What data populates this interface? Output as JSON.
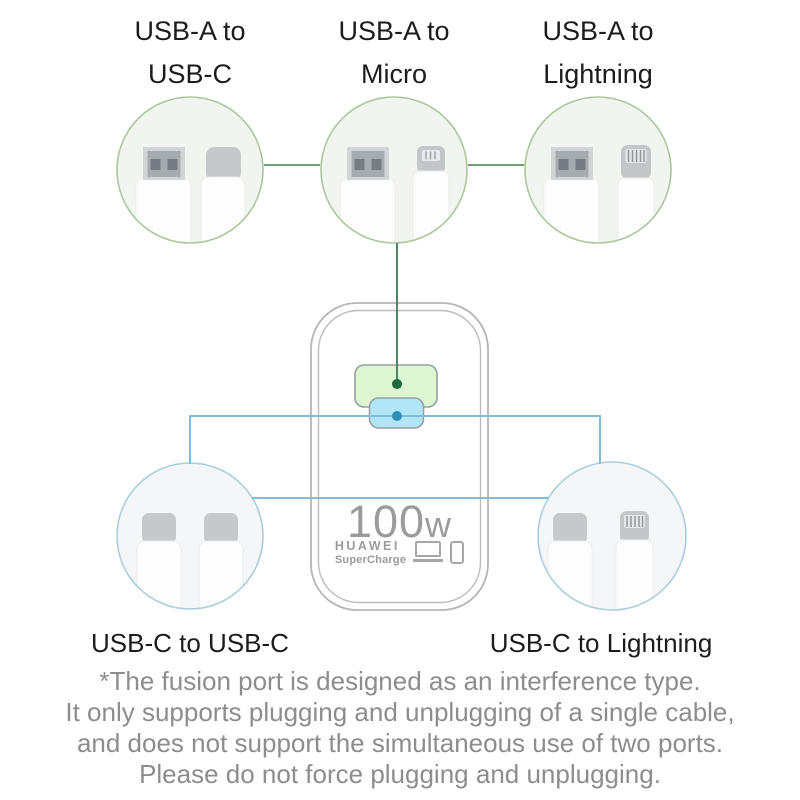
{
  "cables": {
    "top": [
      {
        "label_line1": "USB-A to",
        "label_line2": "USB-C",
        "icon": "usb-a-and-usb-c-connectors-icon"
      },
      {
        "label_line1": "USB-A to",
        "label_line2": "Micro",
        "icon": "usb-a-and-micro-usb-connectors-icon"
      },
      {
        "label_line1": "USB-A to",
        "label_line2": "Lightning",
        "icon": "usb-a-and-lightning-connectors-icon"
      }
    ],
    "bottom": [
      {
        "label": "USB-C to USB-C",
        "icon": "usb-c-and-usb-c-connectors-icon"
      },
      {
        "label": "USB-C to Lightning",
        "icon": "usb-c-and-lightning-connectors-icon"
      }
    ]
  },
  "device": {
    "wattage_number": "100",
    "wattage_unit": "w",
    "brand": "HUAWEI",
    "charge_label": "SuperCharge",
    "ports": [
      {
        "name": "fusion-usb-a-port",
        "color": "#def5d2"
      },
      {
        "name": "usb-c-port",
        "color": "#b2e5f6"
      }
    ]
  },
  "footnote": {
    "line1": "*The fusion port is designed as an interference type.",
    "line2": "It only supports plugging and unplugging of a single cable,",
    "line3": "and does not support the simultaneous use of two ports.",
    "line4": "Please do not force plugging and unplugging."
  },
  "colors": {
    "green_line": "#74a179",
    "green_line_vertical": "#4f8468",
    "green_circle_border": "#aac79c",
    "green_circle_fill": "#f2f4f0",
    "blue_line": "#82bcd9",
    "blue_circle_border": "#a9cede",
    "blue_circle_fill": "#f4f6f7",
    "port_green": "#def5d2",
    "port_blue": "#b2e5f6",
    "dot_green": "#1d6b3c",
    "dot_blue": "#2d8fb5",
    "device_outline": "#b5b5b5",
    "text_black": "#1c1c1c",
    "footnote_gray": "#8d8d8d",
    "device_text_gray": "#9b9b9b"
  }
}
